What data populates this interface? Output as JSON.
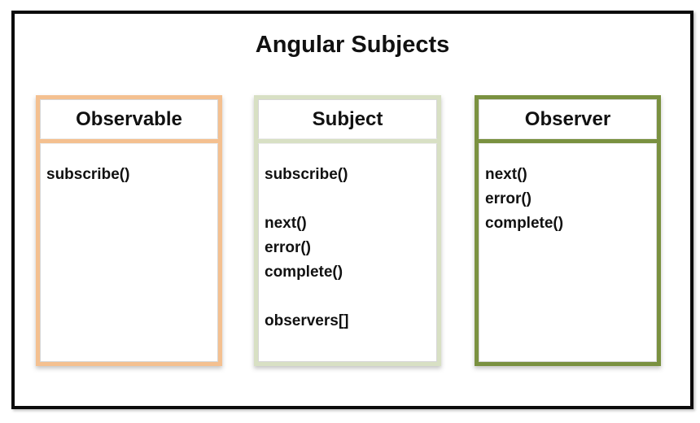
{
  "title": "Angular Subjects",
  "colors": {
    "frame_border": "#0b0b0b",
    "text": "#111111",
    "cell_inner_border": "#d6d6d6"
  },
  "boxes": [
    {
      "name": "Observable",
      "accent": "#f4c090",
      "methods": [
        "subscribe()"
      ]
    },
    {
      "name": "Subject",
      "accent": "#d8e0c4",
      "methods": [
        "subscribe()",
        "",
        "next()",
        "error()",
        "complete()",
        "",
        "observers[]"
      ]
    },
    {
      "name": "Observer",
      "accent": "#7a9140",
      "methods": [
        "next()",
        "error()",
        "complete()"
      ]
    }
  ]
}
